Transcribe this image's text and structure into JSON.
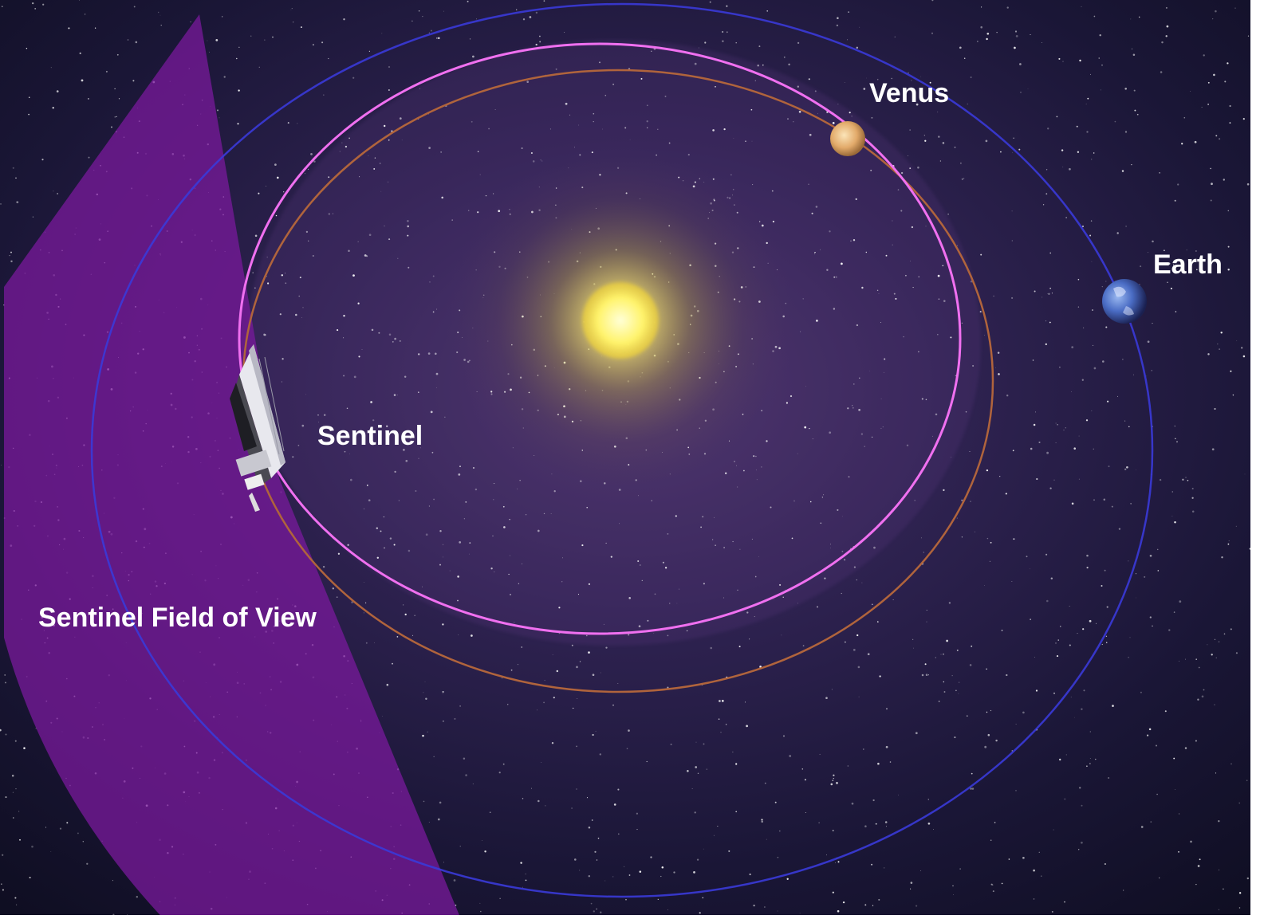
{
  "labels": {
    "venus": "Venus",
    "earth": "Earth",
    "sentinel": "Sentinel",
    "field_of_view": "Sentinel Field of View"
  },
  "colors": {
    "space_background": "#16122e",
    "sentinel_orbit": "#f070f0",
    "venus_orbit": "#b0643c",
    "earth_orbit": "#3a3ad8",
    "field_of_view": "#7a1a9c",
    "sun": "#fff38a",
    "venus": "#e8b878",
    "earth": "#4a70c8"
  },
  "icons": {
    "sun": "sun-icon",
    "venus": "venus-planet-icon",
    "earth": "earth-planet-icon",
    "spacecraft": "sentinel-spacecraft-icon"
  }
}
